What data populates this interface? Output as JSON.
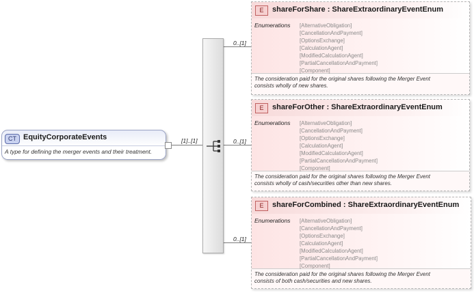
{
  "complex_type": {
    "badge": "CT",
    "name": "EquityCorporateEvents",
    "documentation": "A type for defining the merger events and their treatment."
  },
  "sequence": {
    "cardinality": "[1]..[1]"
  },
  "elements": [
    {
      "badge": "E",
      "title": "shareForShare : ShareExtraordinaryEventEnum",
      "cardinality": "0..[1]",
      "enumerations_label": "Enumerations",
      "enumerations": [
        "[AlternativeObligation]",
        "[CancellationAndPayment]",
        "[OptionsExchange]",
        "[CalculationAgent]",
        "[ModifiedCalculationAgent]",
        "[PartialCancellationAndPayment]",
        "[Component]"
      ],
      "doc_line1": "The consideration paid for the original shares following the Merger Event",
      "doc_line2": "consists wholly of new shares."
    },
    {
      "badge": "E",
      "title": "shareForOther : ShareExtraordinaryEventEnum",
      "cardinality": "0..[1]",
      "enumerations_label": "Enumerations",
      "enumerations": [
        "[AlternativeObligation]",
        "[CancellationAndPayment]",
        "[OptionsExchange]",
        "[CalculationAgent]",
        "[ModifiedCalculationAgent]",
        "[PartialCancellationAndPayment]",
        "[Component]"
      ],
      "doc_line1": "The consideration paid for the original shares following the Merger Event",
      "doc_line2": "consists wholly of cash/securities other than new shares."
    },
    {
      "badge": "E",
      "title": "shareForCombined : ShareExtraordinaryEventEnum",
      "cardinality": "0..[1]",
      "enumerations_label": "Enumerations",
      "enumerations": [
        "[AlternativeObligation]",
        "[CancellationAndPayment]",
        "[OptionsExchange]",
        "[CalculationAgent]",
        "[ModifiedCalculationAgent]",
        "[PartialCancellationAndPayment]",
        "[Component]"
      ],
      "doc_line1": "The consideration paid for the original shares following the Merger Event",
      "doc_line2": "consists of both cash/securities and new shares."
    }
  ]
}
